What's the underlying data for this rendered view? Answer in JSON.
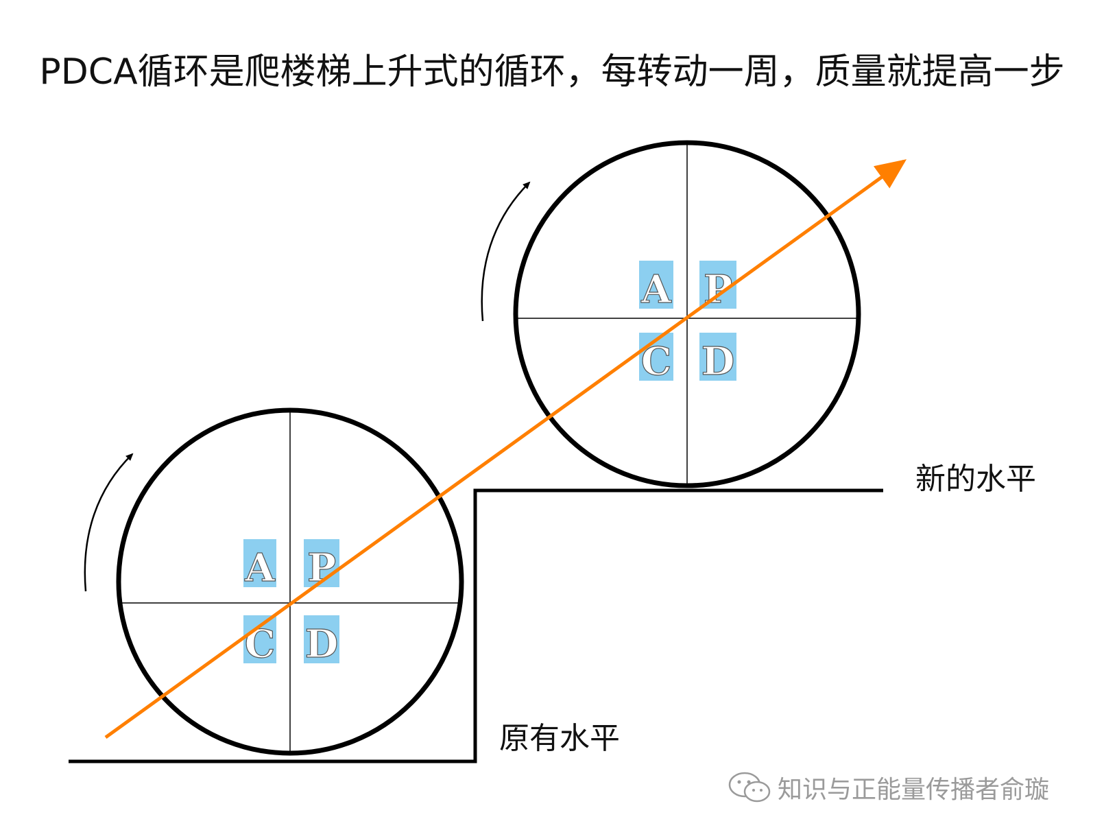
{
  "title": "PDCA循环是爬楼梯上升式的循环，每转动一周，质量就提高一步",
  "levels": {
    "old": "原有水平",
    "new": "新的水平"
  },
  "quadrants": {
    "a": "A",
    "p": "P",
    "c": "C",
    "d": "D"
  },
  "watermark": "知识与正能量传播者俞璇",
  "colors": {
    "arrow": "#ff7f00",
    "quadrant_bg": "#8ccff0",
    "stroke": "#000000"
  },
  "icons": {
    "rotation": "curved-arrow-icon",
    "watermark": "wechat-icon"
  }
}
